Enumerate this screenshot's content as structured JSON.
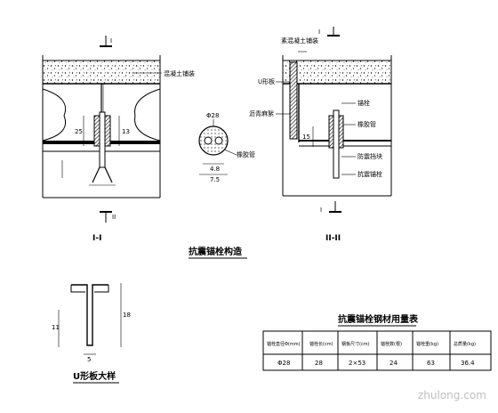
{
  "sections": {
    "left_title": "I-I",
    "right_title": "II-II",
    "mark_I": "I",
    "mark_II": "II",
    "left_labels": [
      "混凝土铺装"
    ],
    "right_labels": [
      "素混凝土铺装",
      "U形板",
      "沥青麻絮",
      "橡胶管",
      "锚栓",
      "防震挡块",
      "抗震锚栓"
    ],
    "left_dims": [
      "25",
      "13"
    ],
    "right_dims": [
      "15"
    ]
  },
  "detail": {
    "dia_label": "Φ28",
    "label": "橡胶管",
    "dim_inner": "4.8",
    "dim_outer": "7.5"
  },
  "main_title": "抗震锚栓构造",
  "u_plate": {
    "title": "U形板大样",
    "dims": [
      "18",
      "11",
      "5"
    ]
  },
  "table": {
    "title": "抗震锚栓钢材用量表",
    "headers": [
      "锚栓直径Φ(mm)",
      "锚栓长(cm)",
      "钢板尺寸(cm)",
      "锚栓数(根)",
      "锚栓重(kg)",
      "总质量(kg)"
    ],
    "rows": [
      [
        "Φ28",
        "28",
        "2×53",
        "24",
        "63",
        "36.4"
      ]
    ]
  },
  "watermark": "zhulong.com"
}
